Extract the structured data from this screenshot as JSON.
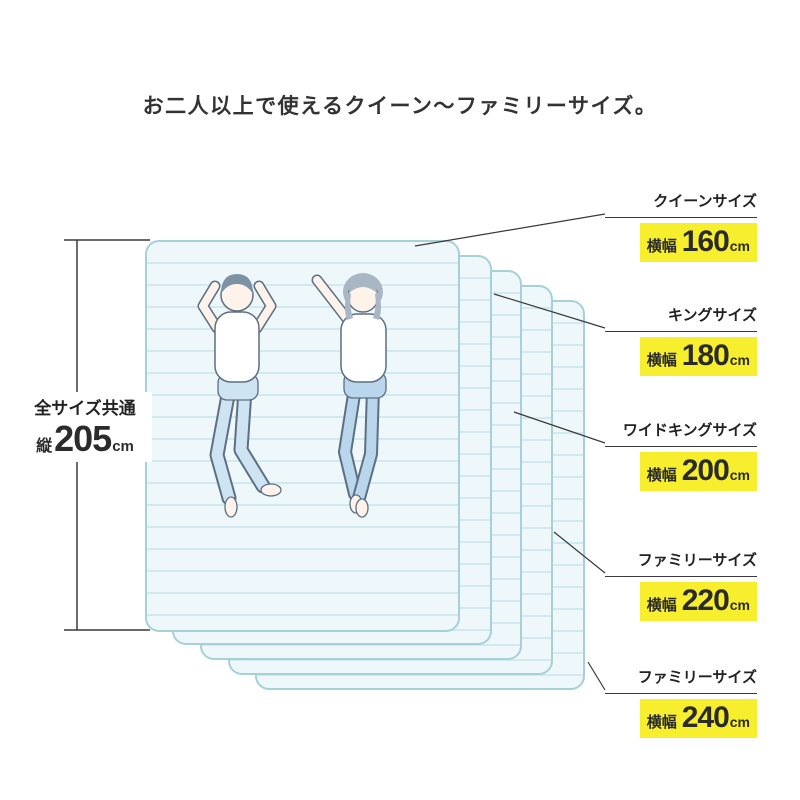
{
  "title": "お二人以上で使えるクイーン〜ファミリーサイズ。",
  "common_dimension": {
    "label": "全サイズ共通",
    "prefix": "縦",
    "value": "205",
    "unit": "cm"
  },
  "sizes": [
    {
      "name": "クイーンサイズ",
      "prefix": "横幅",
      "value": "160",
      "unit": "cm"
    },
    {
      "name": "キングサイズ",
      "prefix": "横幅",
      "value": "180",
      "unit": "cm"
    },
    {
      "name": "ワイドキングサイズ",
      "prefix": "横幅",
      "value": "200",
      "unit": "cm"
    },
    {
      "name": "ファミリーサイズ",
      "prefix": "横幅",
      "value": "220",
      "unit": "cm"
    },
    {
      "name": "ファミリーサイズ",
      "prefix": "横幅",
      "value": "240",
      "unit": "cm"
    }
  ],
  "colors": {
    "highlight_yellow": "#f7ef2d",
    "mattress_fill": "#eef7f9",
    "mattress_stripe": "#d2e9ef",
    "mattress_border": "#a7d0d9",
    "line": "#3a3a3a",
    "text": "#2b2b2b"
  }
}
